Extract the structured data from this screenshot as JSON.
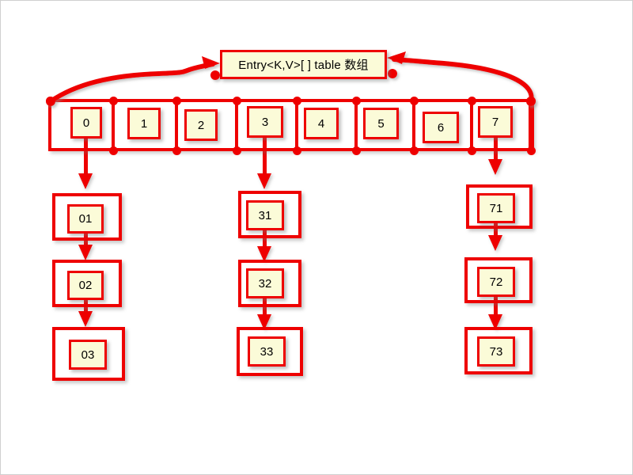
{
  "diagram": {
    "title_box": {
      "label": "Entry<K,V>[ ] table 数组"
    },
    "colors": {
      "stroke": "#ee0000",
      "node_fill": "#fbfbd8",
      "background": "#ffffff",
      "text": "#000000"
    },
    "array": {
      "name": "table",
      "slots": [
        {
          "index": "0",
          "label": "0",
          "has_chain": true
        },
        {
          "index": "1",
          "label": "1",
          "has_chain": false
        },
        {
          "index": "2",
          "label": "2",
          "has_chain": false
        },
        {
          "index": "3",
          "label": "3",
          "has_chain": true
        },
        {
          "index": "4",
          "label": "4",
          "has_chain": false
        },
        {
          "index": "5",
          "label": "5",
          "has_chain": false
        },
        {
          "index": "6",
          "label": "6",
          "has_chain": false
        },
        {
          "index": "7",
          "label": "7",
          "has_chain": true
        }
      ]
    },
    "chains": [
      {
        "from_slot": "0",
        "nodes": [
          {
            "label": "01"
          },
          {
            "label": "02"
          },
          {
            "label": "03"
          }
        ]
      },
      {
        "from_slot": "3",
        "nodes": [
          {
            "label": "31"
          },
          {
            "label": "32"
          },
          {
            "label": "33"
          }
        ]
      },
      {
        "from_slot": "7",
        "nodes": [
          {
            "label": "71"
          },
          {
            "label": "72"
          },
          {
            "label": "73"
          }
        ]
      }
    ]
  }
}
